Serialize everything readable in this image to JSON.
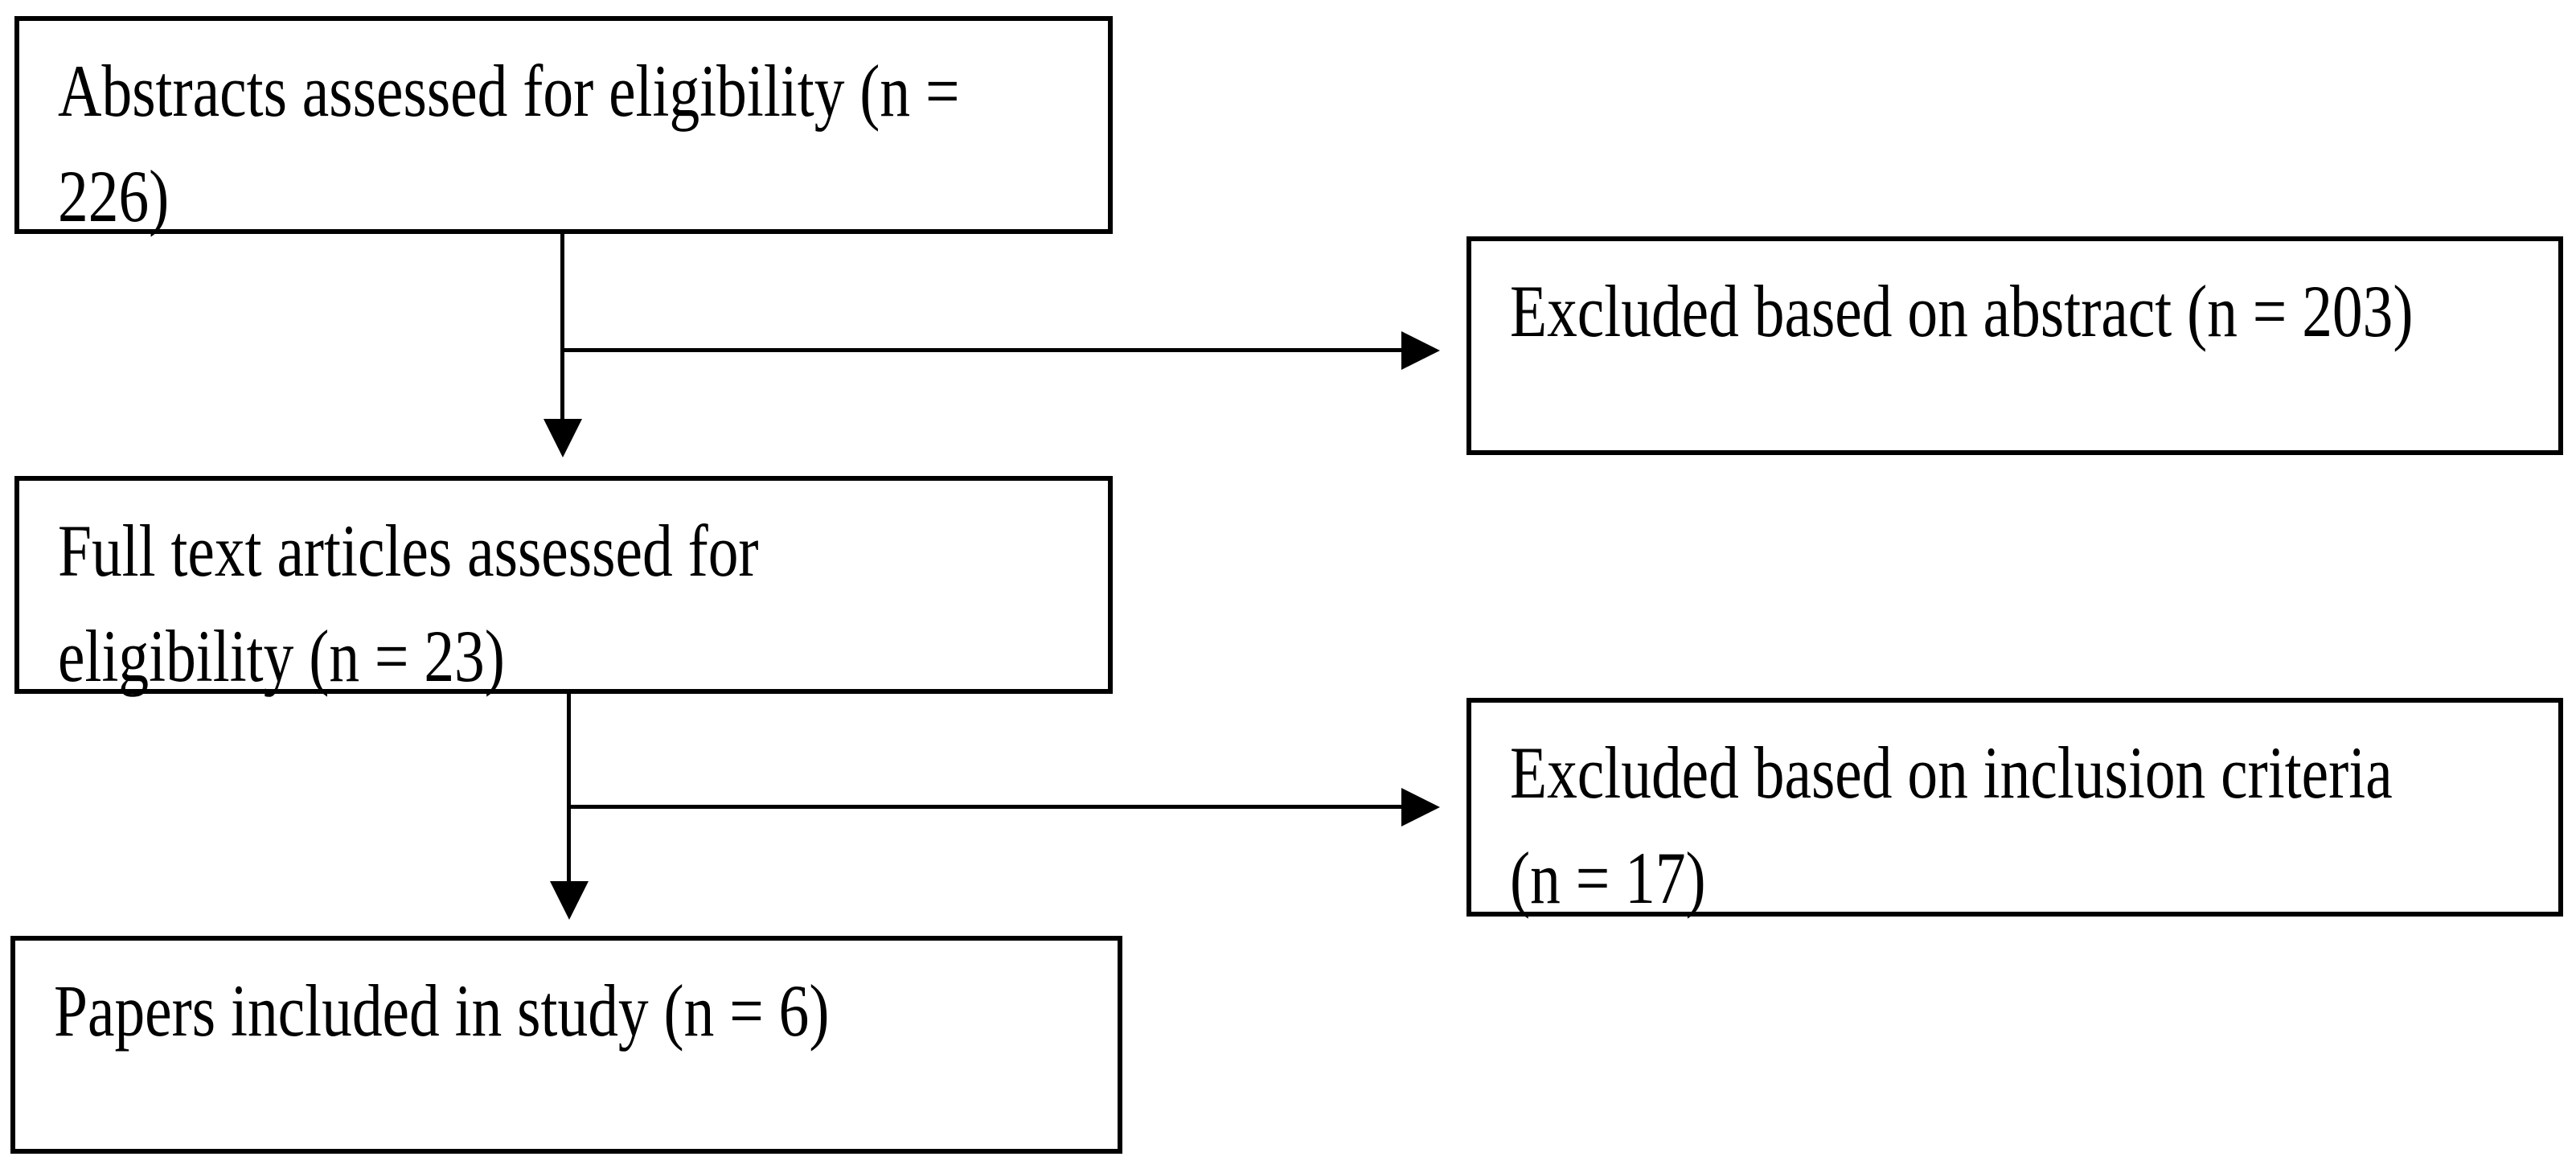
{
  "figure": {
    "kind": "study-selection-flowchart",
    "background_color": "#ffffff",
    "line_color": "#000000",
    "text_color": "#000000"
  },
  "boxes": {
    "abstracts_assessed": {
      "label": "Abstracts assessed for eligibility (n = 226)",
      "lines": [
        "Abstracts assessed for eligibility (n =",
        "226)"
      ],
      "count": 226
    },
    "excluded_abstract": {
      "label": "Excluded based on abstract (n = 203)",
      "lines": [
        "Excluded based on abstract (n = 203)"
      ],
      "count": 203
    },
    "full_text_assessed": {
      "label": "Full text articles assessed for eligibility (n = 23)",
      "lines": [
        "Full text articles assessed for",
        "eligibility (n = 23)"
      ],
      "count": 23
    },
    "excluded_criteria": {
      "label": "Excluded based on inclusion criteria (n = 17)",
      "lines": [
        "Excluded based on inclusion criteria",
        "(n = 17)"
      ],
      "count": 17
    },
    "papers_included": {
      "label": "Papers included in study (n = 6)",
      "lines": [
        "Papers included in study (n = 6)"
      ],
      "count": 6
    }
  },
  "edges": [
    {
      "from": "abstracts_assessed",
      "to": "full_text_assessed",
      "direction": "down"
    },
    {
      "from": "abstracts_assessed",
      "to": "excluded_abstract",
      "direction": "right"
    },
    {
      "from": "full_text_assessed",
      "to": "papers_included",
      "direction": "down"
    },
    {
      "from": "full_text_assessed",
      "to": "excluded_criteria",
      "direction": "right"
    }
  ]
}
